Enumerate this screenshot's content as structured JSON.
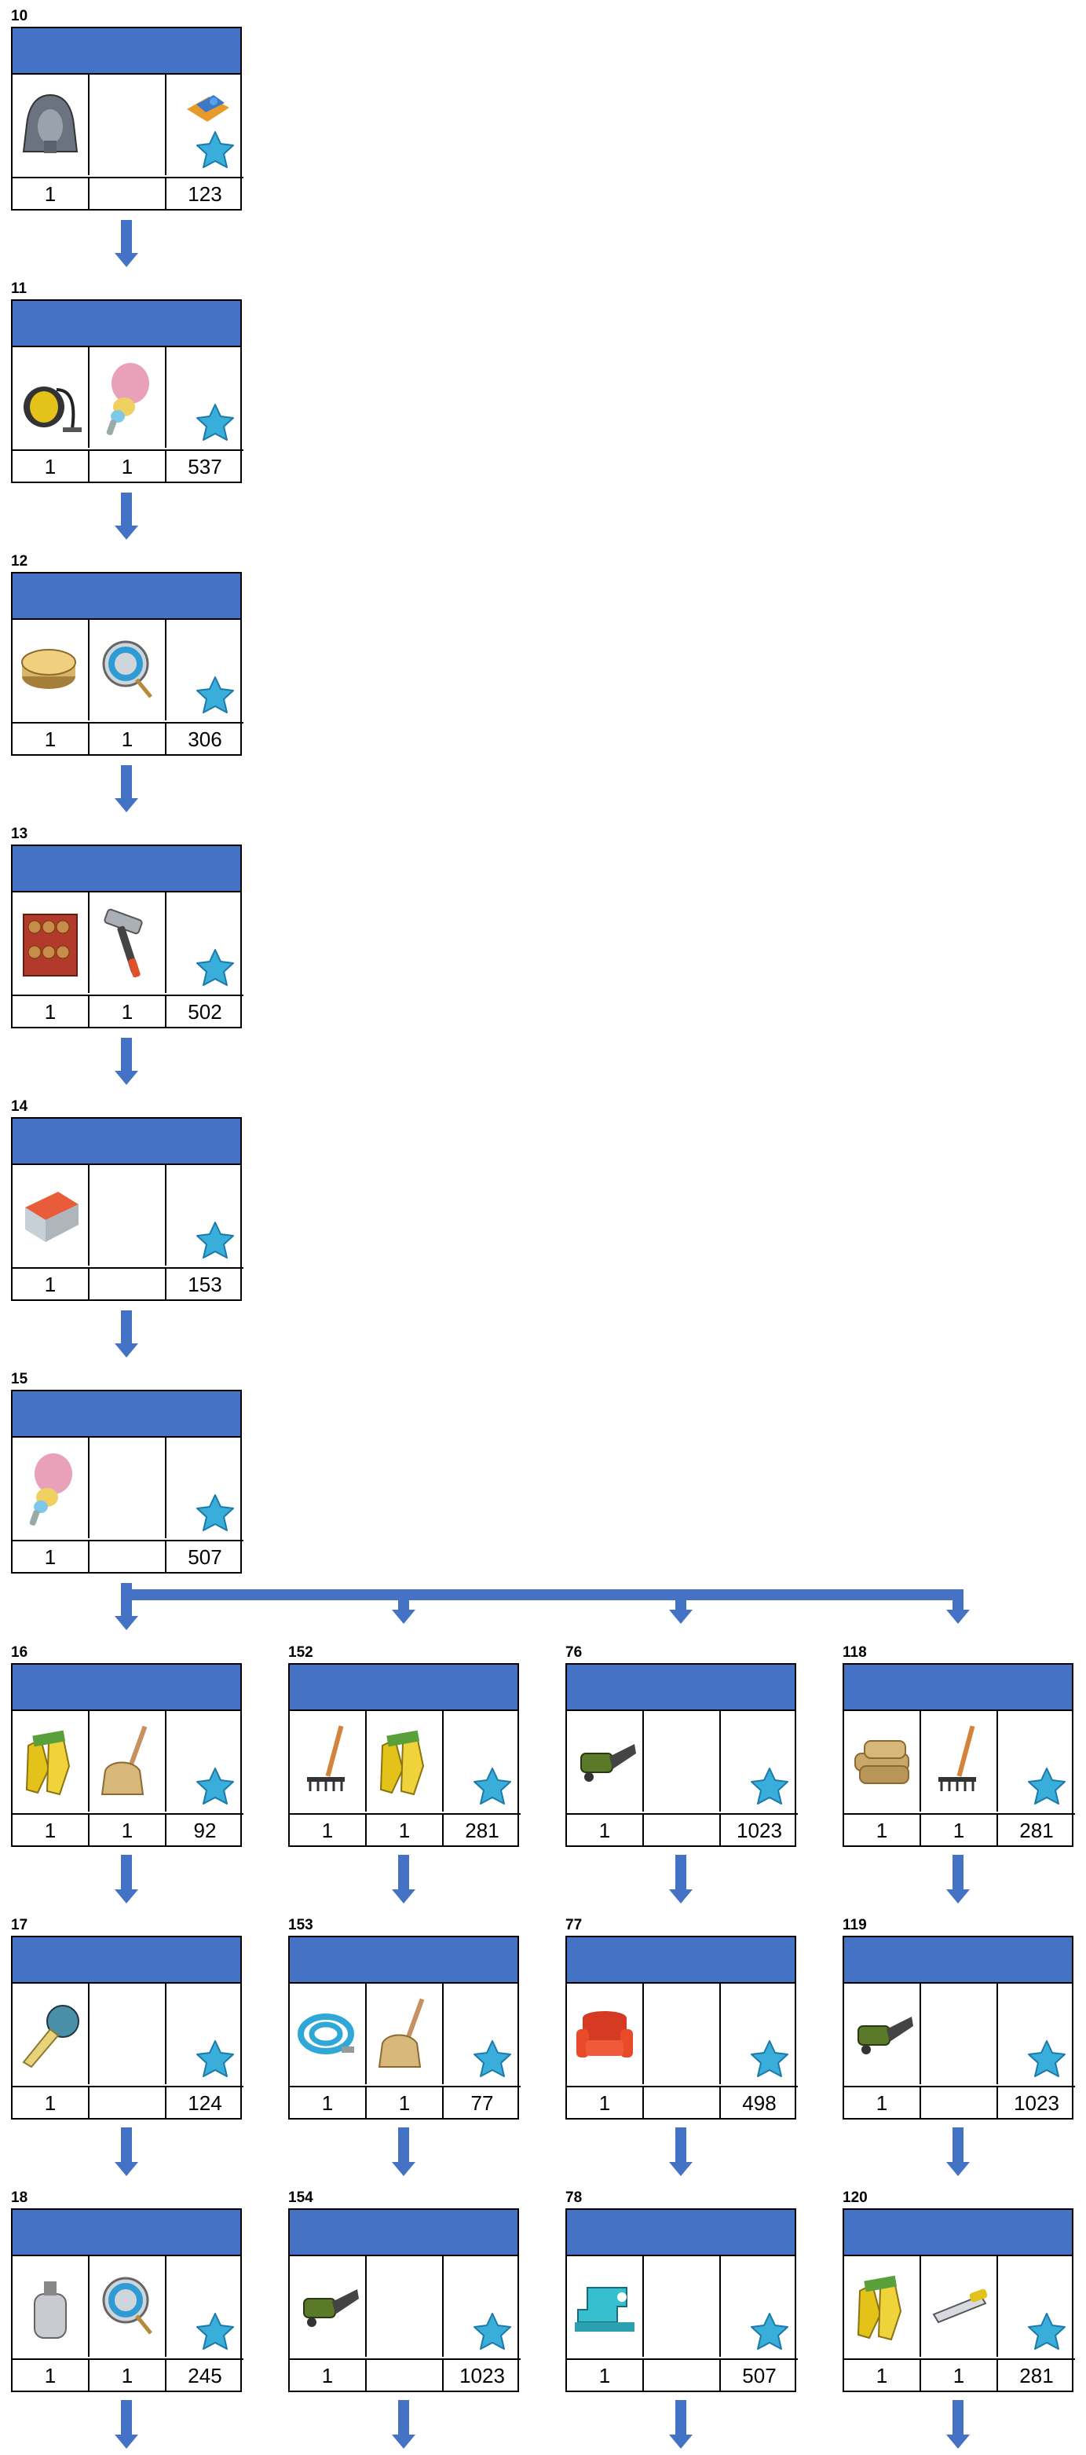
{
  "colors": {
    "header": "#4472c4",
    "arrow": "#4472c4",
    "star": "#3aaedb"
  },
  "cards": [
    {
      "id": "c10",
      "label": "10",
      "items": [
        {
          "icon": "pharaoh-mask-icon",
          "count": "1"
        },
        {
          "icon": "",
          "count": ""
        }
      ],
      "reward": {
        "value": "123",
        "bonus": "gift-icon"
      }
    },
    {
      "id": "c11",
      "label": "11",
      "items": [
        {
          "icon": "vacuum-cleaner-icon",
          "count": "1"
        },
        {
          "icon": "feather-duster-icon",
          "count": "1"
        }
      ],
      "reward": {
        "value": "537"
      }
    },
    {
      "id": "c12",
      "label": "12",
      "items": [
        {
          "icon": "wax-jar-icon",
          "count": "1"
        },
        {
          "icon": "hose-reel-icon",
          "count": "1"
        }
      ],
      "reward": {
        "value": "306"
      }
    },
    {
      "id": "c13",
      "label": "13",
      "items": [
        {
          "icon": "firewood-rack-icon",
          "count": "1"
        },
        {
          "icon": "hammer-icon",
          "count": "1"
        }
      ],
      "reward": {
        "value": "502"
      }
    },
    {
      "id": "c14",
      "label": "14",
      "items": [
        {
          "icon": "tile-cutter-icon",
          "count": "1"
        },
        {
          "icon": "",
          "count": ""
        }
      ],
      "reward": {
        "value": "153"
      }
    },
    {
      "id": "c15",
      "label": "15",
      "items": [
        {
          "icon": "feather-duster-icon",
          "count": "1"
        },
        {
          "icon": "",
          "count": ""
        }
      ],
      "reward": {
        "value": "507"
      }
    },
    {
      "id": "c16",
      "label": "16",
      "items": [
        {
          "icon": "work-gloves-icon",
          "count": "1"
        },
        {
          "icon": "mop-icon",
          "count": "1"
        }
      ],
      "reward": {
        "value": "92"
      }
    },
    {
      "id": "c152",
      "label": "152",
      "items": [
        {
          "icon": "rake-icon",
          "count": "1"
        },
        {
          "icon": "work-gloves-icon",
          "count": "1"
        }
      ],
      "reward": {
        "value": "281"
      }
    },
    {
      "id": "c76",
      "label": "76",
      "items": [
        {
          "icon": "chainsaw-icon",
          "count": "1"
        },
        {
          "icon": "",
          "count": ""
        }
      ],
      "reward": {
        "value": "1023"
      }
    },
    {
      "id": "c118",
      "label": "118",
      "items": [
        {
          "icon": "sandbags-icon",
          "count": "1"
        },
        {
          "icon": "rake-icon",
          "count": "1"
        }
      ],
      "reward": {
        "value": "281"
      }
    },
    {
      "id": "c17",
      "label": "17",
      "items": [
        {
          "icon": "tape-measure-icon",
          "count": "1"
        },
        {
          "icon": "",
          "count": ""
        }
      ],
      "reward": {
        "value": "124"
      }
    },
    {
      "id": "c153",
      "label": "153",
      "items": [
        {
          "icon": "garden-hose-icon",
          "count": "1"
        },
        {
          "icon": "mop-icon",
          "count": "1"
        }
      ],
      "reward": {
        "value": "77"
      }
    },
    {
      "id": "c77",
      "label": "77",
      "items": [
        {
          "icon": "armchair-icon",
          "count": "1"
        },
        {
          "icon": "",
          "count": ""
        }
      ],
      "reward": {
        "value": "498"
      }
    },
    {
      "id": "c119",
      "label": "119",
      "items": [
        {
          "icon": "chainsaw-icon",
          "count": "1"
        },
        {
          "icon": "",
          "count": ""
        }
      ],
      "reward": {
        "value": "1023"
      }
    },
    {
      "id": "c18",
      "label": "18",
      "items": [
        {
          "icon": "fuel-canister-icon",
          "count": "1"
        },
        {
          "icon": "hose-reel-icon",
          "count": "1"
        }
      ],
      "reward": {
        "value": "245"
      }
    },
    {
      "id": "c154",
      "label": "154",
      "items": [
        {
          "icon": "chainsaw-icon",
          "count": "1"
        },
        {
          "icon": "",
          "count": ""
        }
      ],
      "reward": {
        "value": "1023"
      }
    },
    {
      "id": "c78",
      "label": "78",
      "items": [
        {
          "icon": "sewing-machine-icon",
          "count": "1"
        },
        {
          "icon": "",
          "count": ""
        }
      ],
      "reward": {
        "value": "507"
      }
    },
    {
      "id": "c120",
      "label": "120",
      "items": [
        {
          "icon": "work-gloves-icon",
          "count": "1"
        },
        {
          "icon": "hacksaw-icon",
          "count": "1"
        }
      ],
      "reward": {
        "value": "281"
      }
    }
  ]
}
